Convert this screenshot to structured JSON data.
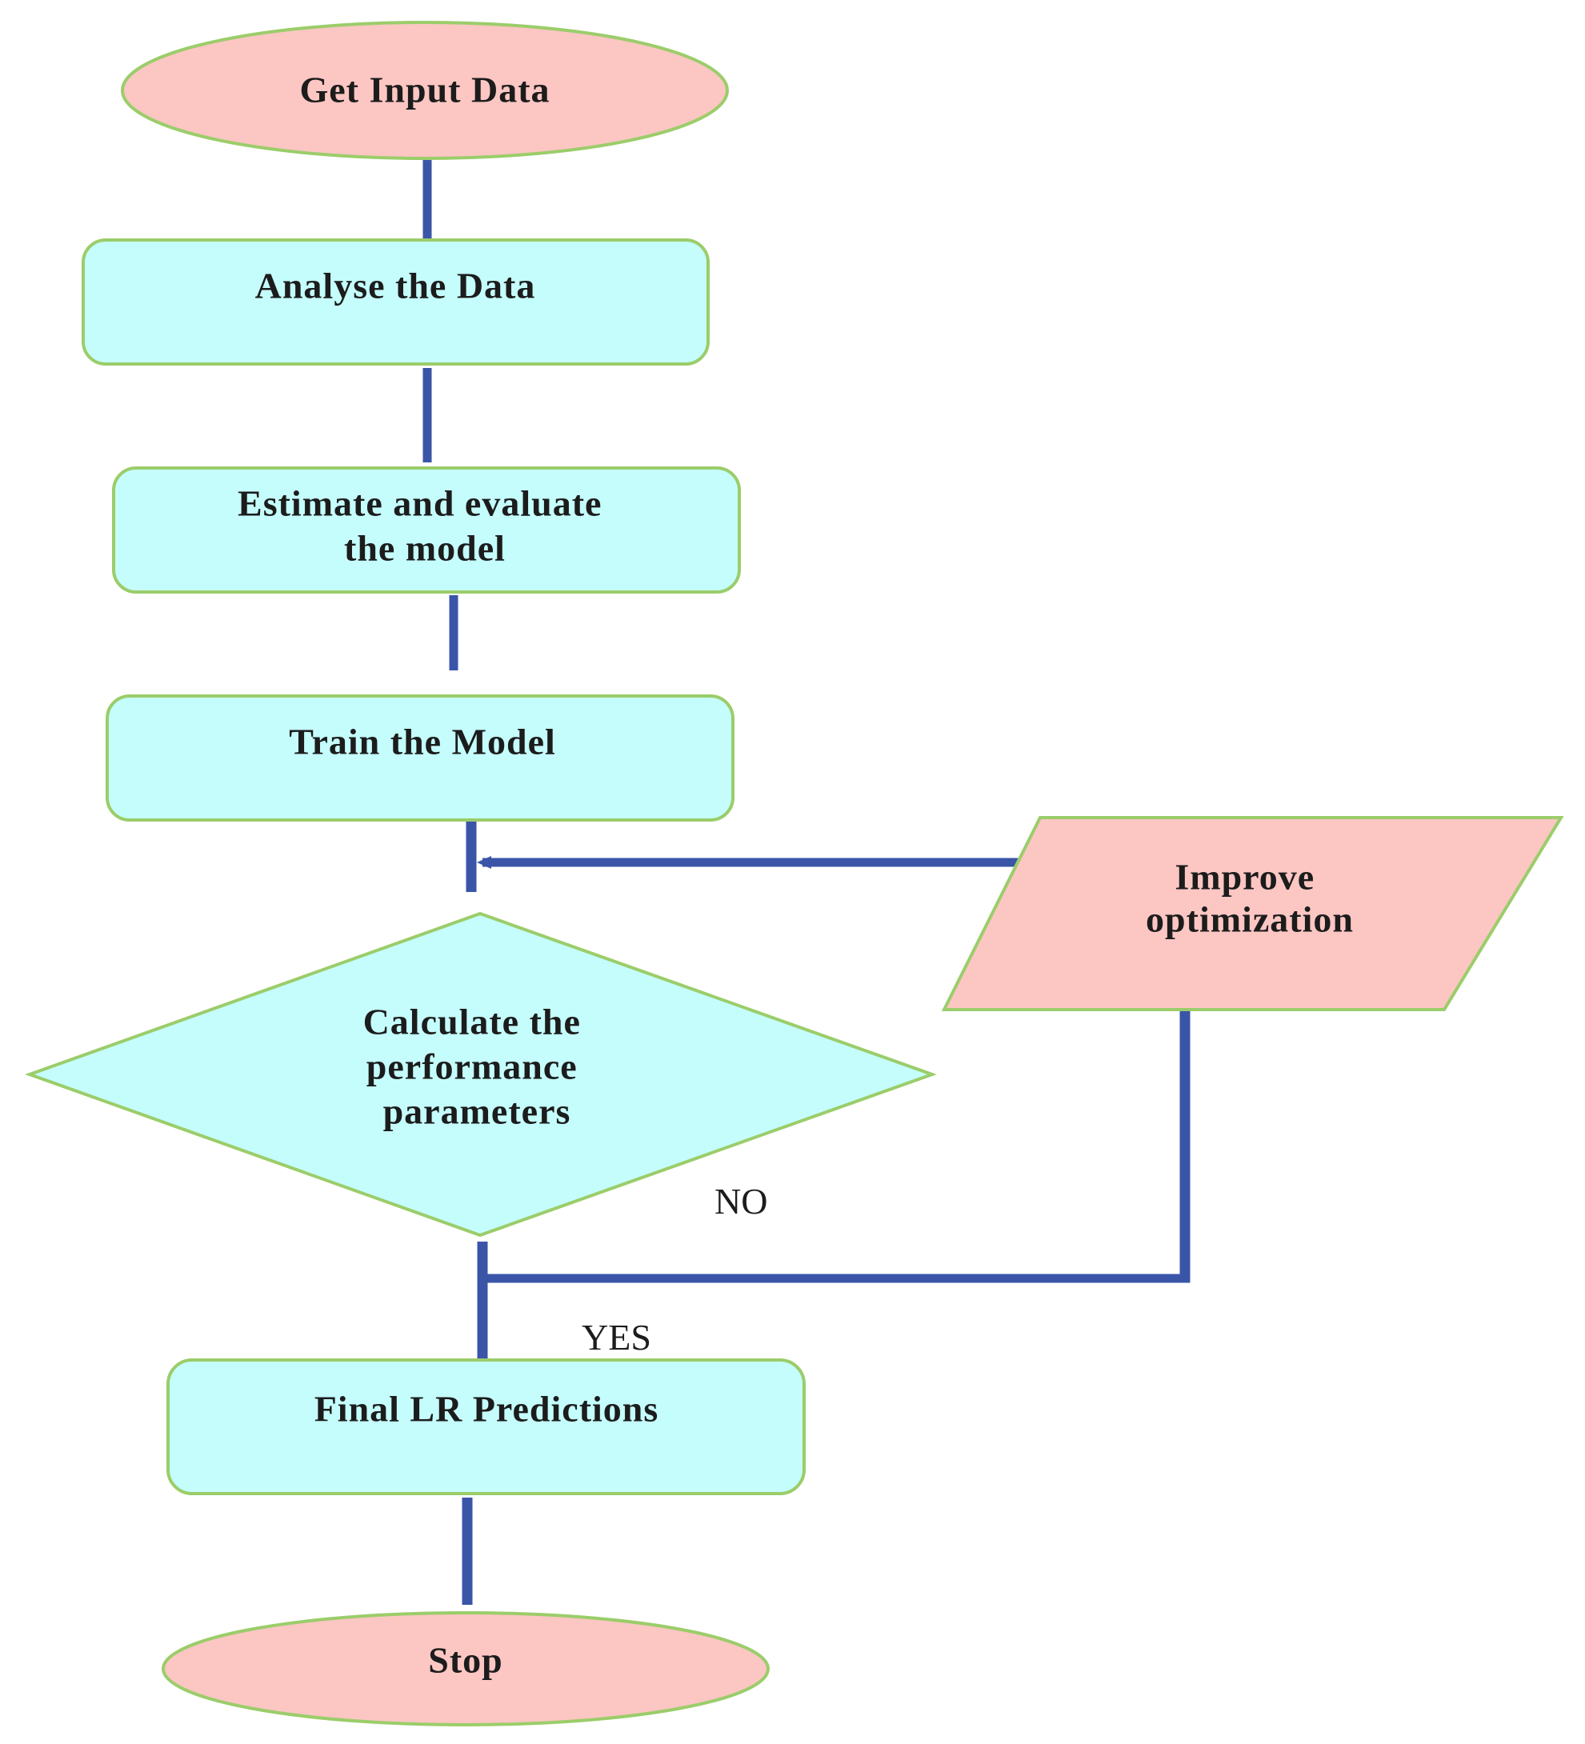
{
  "colors": {
    "terminal_fill": "#fcc6c3",
    "process_fill": "#c5fcfc",
    "shape_border": "#9bcd6a",
    "connector": "#3a55a8",
    "text": "#1c1c1c"
  },
  "nodes": {
    "start": {
      "lines": [
        "Get Input Data"
      ]
    },
    "analyse": {
      "lines": [
        "Analyse the Data"
      ]
    },
    "estimate": {
      "lines": [
        "Estimate and evaluate",
        "the model"
      ]
    },
    "train": {
      "lines": [
        "Train the Model"
      ]
    },
    "decision": {
      "lines": [
        "Calculate the",
        "performance",
        "parameters"
      ]
    },
    "improve": {
      "lines": [
        "Improve",
        "optimization"
      ]
    },
    "final": {
      "lines": [
        "Final LR Predictions"
      ]
    },
    "stop": {
      "lines": [
        "Stop"
      ]
    }
  },
  "edge_labels": {
    "no": "NO",
    "yes": "YES"
  }
}
